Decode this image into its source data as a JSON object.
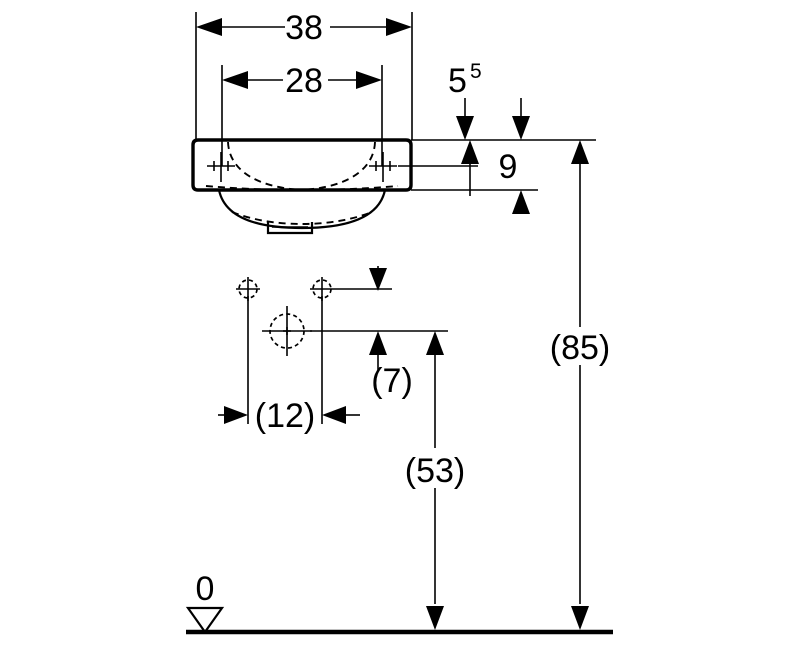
{
  "drawing": {
    "title": "Washbasin installation dimension drawing",
    "units_note": "",
    "datum_label": "0",
    "background_color": "#ffffff",
    "line_color": "#000000"
  },
  "dimensions": {
    "width_overall": {
      "label": "38",
      "name": "overall-width"
    },
    "width_mounting_holes": {
      "label": "28",
      "name": "mounting-hole-spacing"
    },
    "depth_offset": {
      "label": "5",
      "superscript": "5",
      "name": "top-offset"
    },
    "basin_height": {
      "label": "9",
      "name": "basin-body-height"
    },
    "hole_spacing_plan": {
      "label": "(12)",
      "name": "plan-hole-spacing"
    },
    "outlet_offset": {
      "label": "(7)",
      "name": "outlet-vertical-offset"
    },
    "outlet_height": {
      "label": "(53)",
      "name": "outlet-height-from-floor"
    },
    "fixture_height": {
      "label": "(85)",
      "name": "fixture-height-from-floor"
    }
  }
}
